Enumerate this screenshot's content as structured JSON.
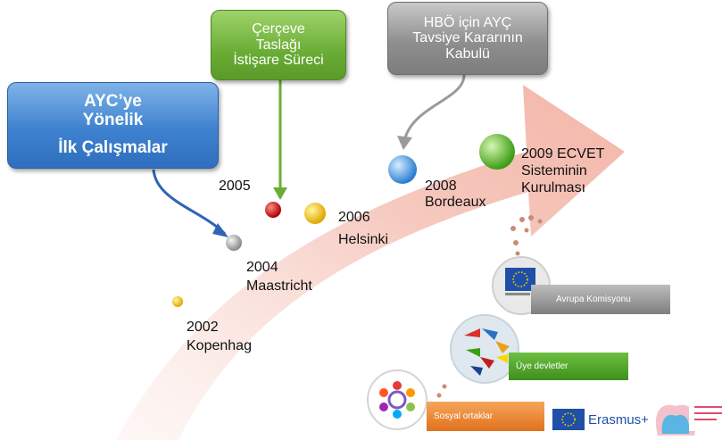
{
  "boxes": {
    "blue": [
      "AYC’ye",
      "Yönelik",
      "İlk Çalışmalar"
    ],
    "green": [
      "Çerçeve",
      "Taslağı",
      "İstişare Süreci"
    ],
    "gray": [
      "HBÖ için AYÇ",
      "Tavsiye Kararının",
      "Kabulü"
    ]
  },
  "milestones": {
    "m2002": {
      "year": "2002",
      "place": "Kopenhag"
    },
    "m2004": {
      "year": "2004",
      "place": "Maastricht"
    },
    "m2005": {
      "year": "2005"
    },
    "m2006": {
      "year": "2006",
      "place": "Helsinki"
    },
    "m2008": {
      "year": "2008",
      "place": "Bordeaux"
    },
    "m2009": {
      "year": "2009 ECVET",
      "place1": "Sisteminin",
      "place2": "Kurulması"
    }
  },
  "stakeholders": {
    "komisyon": "Avrupa Komisyonu",
    "uye": "Üye devletler",
    "sosyal": "Sosyal ortaklar"
  },
  "footer": {
    "erasmus": "Erasmus+"
  },
  "colors": {
    "arrow": "#f6c7bd",
    "blue_box": "#3e82cf",
    "green_box": "#6aad35",
    "gray_box": "#8f8f8f"
  }
}
